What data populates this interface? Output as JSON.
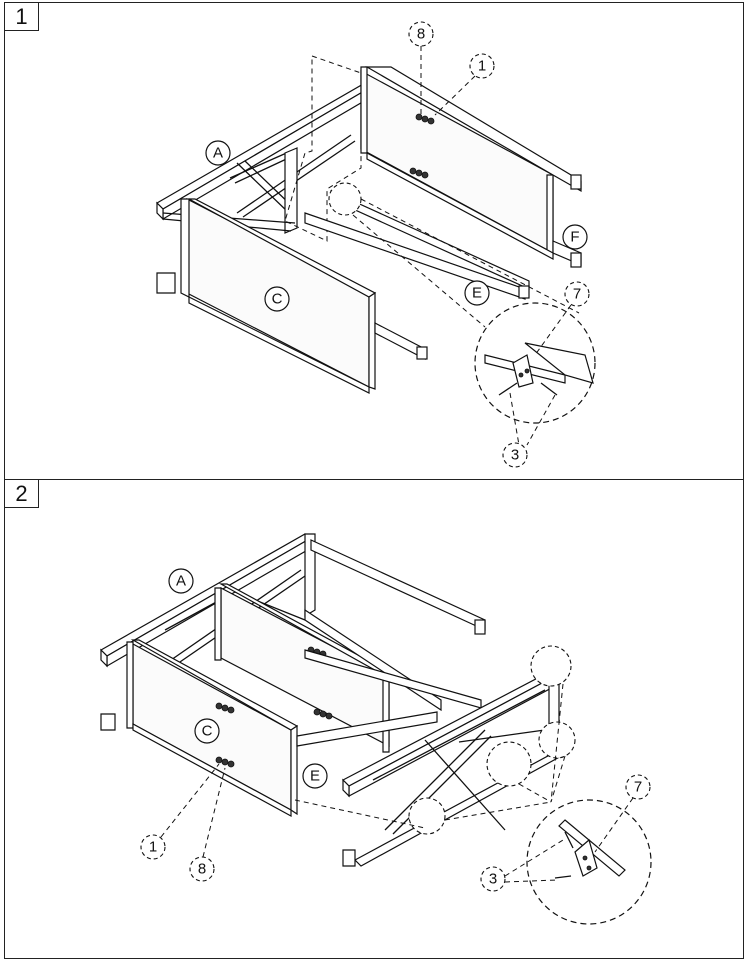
{
  "steps": [
    {
      "number": "1",
      "callouts": [
        "A",
        "C",
        "E",
        "F",
        "8",
        "1",
        "7",
        "3"
      ]
    },
    {
      "number": "2",
      "callouts": [
        "A",
        "C",
        "E",
        "1",
        "8",
        "7",
        "3"
      ]
    }
  ],
  "colors": {
    "line": "#111111",
    "background": "#ffffff"
  }
}
